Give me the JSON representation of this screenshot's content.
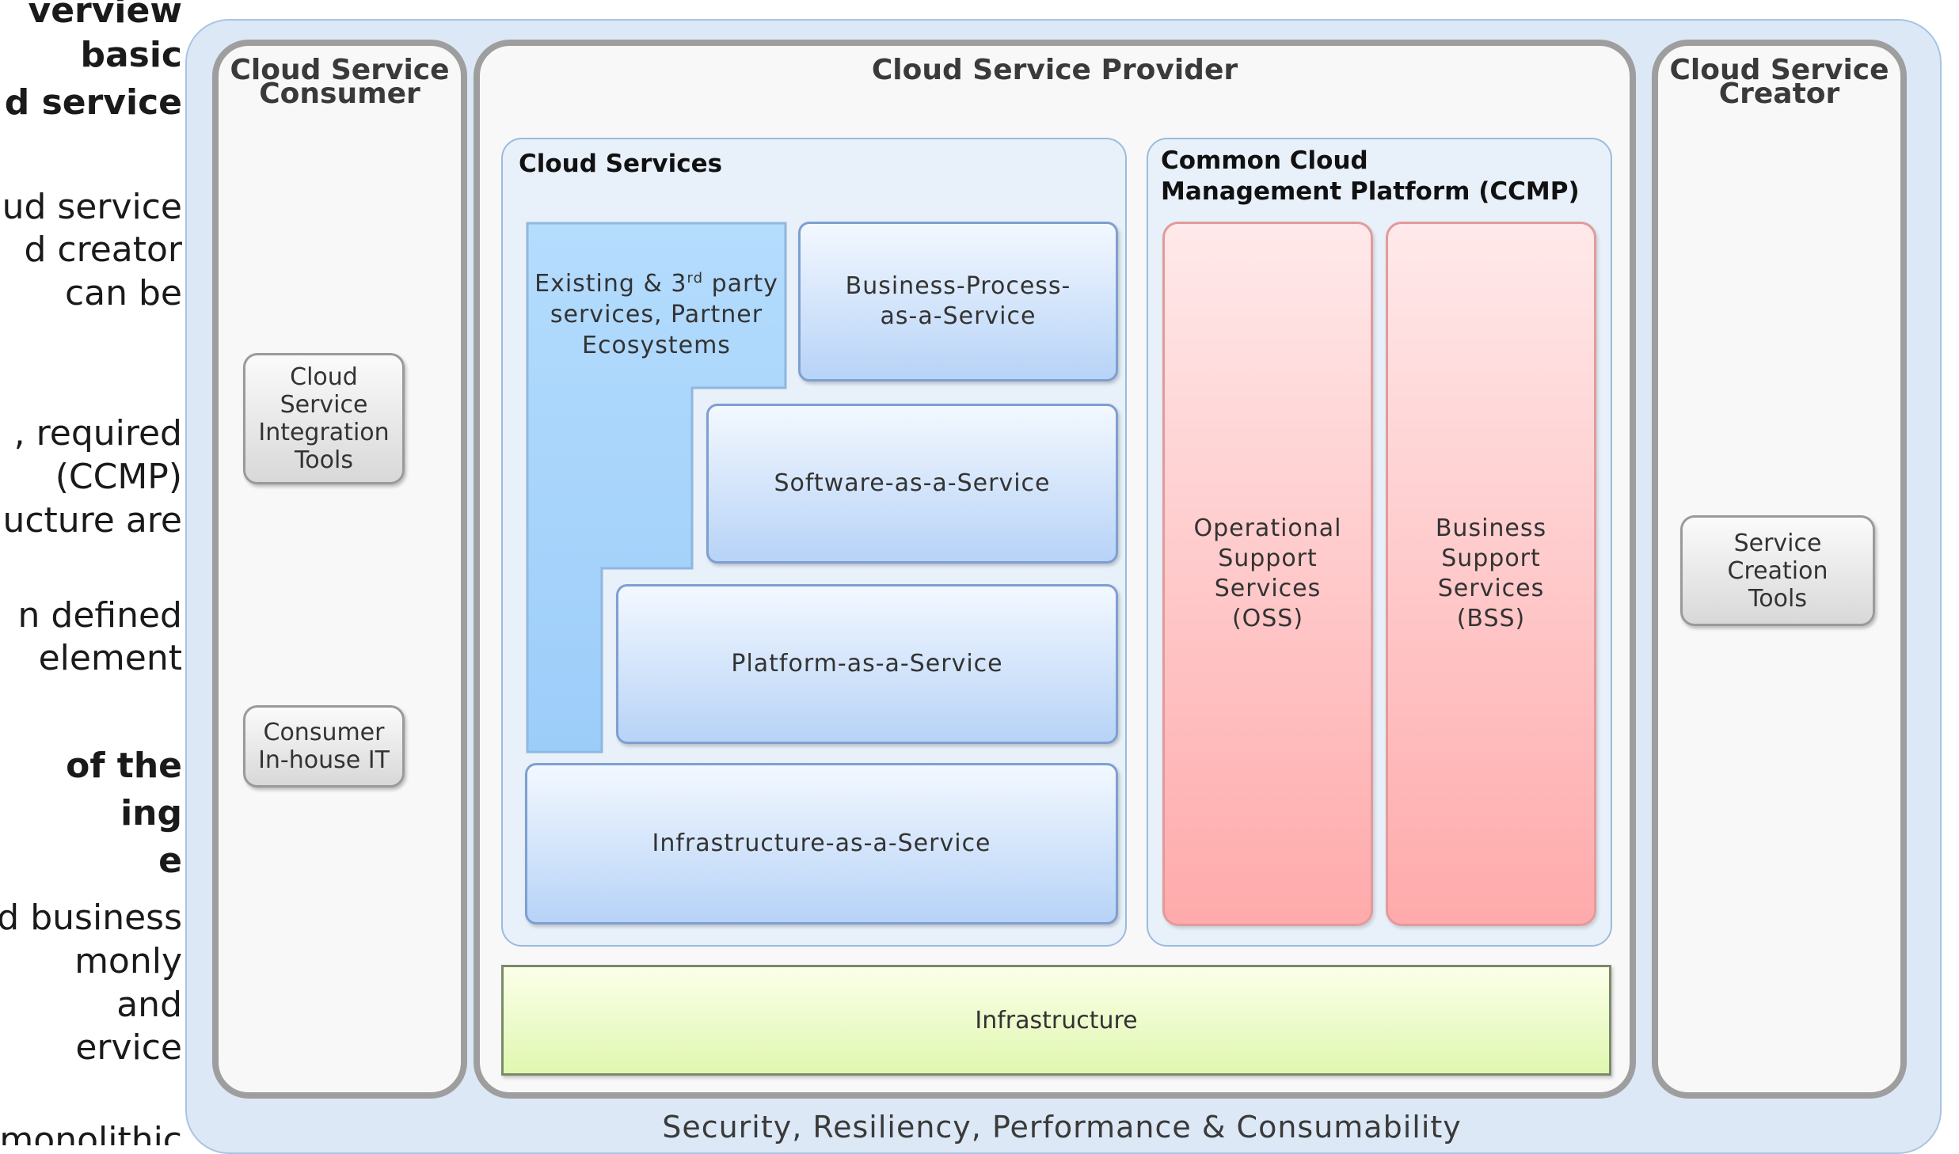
{
  "left_text": [
    {
      "text": "verview",
      "bold": true
    },
    {
      "text": "basic",
      "bold": true
    },
    {
      "text": "d service",
      "bold": true
    },
    {
      "text": "ud service",
      "bold": false
    },
    {
      "text": "d creator",
      "bold": false
    },
    {
      "text": "can be",
      "bold": false
    },
    {
      "text": ", required",
      "bold": false
    },
    {
      "text": "(CCMP)",
      "bold": false
    },
    {
      "text": "ucture are",
      "bold": false
    },
    {
      "text": "n defined",
      "bold": false
    },
    {
      "text": "element",
      "bold": false
    },
    {
      "text": "of the",
      "bold": true
    },
    {
      "text": "ing",
      "bold": true
    },
    {
      "text": "e",
      "bold": true
    },
    {
      "text": "ud business",
      "bold": false
    },
    {
      "text": "monly",
      "bold": false
    },
    {
      "text": "and",
      "bold": false
    },
    {
      "text": "ervice",
      "bold": false
    },
    {
      "text": "monolithic",
      "bold": false
    }
  ],
  "diagram": {
    "footer": "Security, Resiliency, Performance & Consumability",
    "consumer": {
      "title_line1": "Cloud Service",
      "title_line2": "Consumer",
      "integration_tools": [
        "Cloud",
        "Service",
        "Integration",
        "Tools"
      ],
      "inhouse_it": [
        "Consumer",
        "In-house IT"
      ]
    },
    "provider": {
      "title": "Cloud Service Provider",
      "cloud_services": {
        "title": "Cloud Services",
        "ecosystem": {
          "line1_prefix": "Existing & 3",
          "line1_sup": "rd",
          "line1_suffix": " party",
          "line2": "services, Partner",
          "line3": "Ecosystems"
        },
        "bpaas": [
          "Business-Process-",
          "as-a-Service"
        ],
        "saas": "Software-as-a-Service",
        "paas": "Platform-as-a-Service",
        "iaas": "Infrastructure-as-a-Service"
      },
      "ccmp": {
        "title_line1": "Common Cloud",
        "title_line2": "Management Platform (CCMP)",
        "oss": [
          "Operational",
          "Support",
          "Services",
          "(OSS)"
        ],
        "bss": [
          "Business",
          "Support",
          "Services",
          "(BSS)"
        ]
      },
      "infrastructure": "Infrastructure"
    },
    "creator": {
      "title_line1": "Cloud Service",
      "title_line2": "Creator",
      "creation_tools": [
        "Service",
        "Creation",
        "Tools"
      ]
    }
  },
  "colors": {
    "outer_bg": "#dce8f6",
    "column_border": "#9e9e9e",
    "service_blue": "#b7d3f7",
    "ecosystem_blue": "#a8d4fb",
    "ccmp_pink": "#ffaaab",
    "infra_green": "#e0f7b0"
  }
}
